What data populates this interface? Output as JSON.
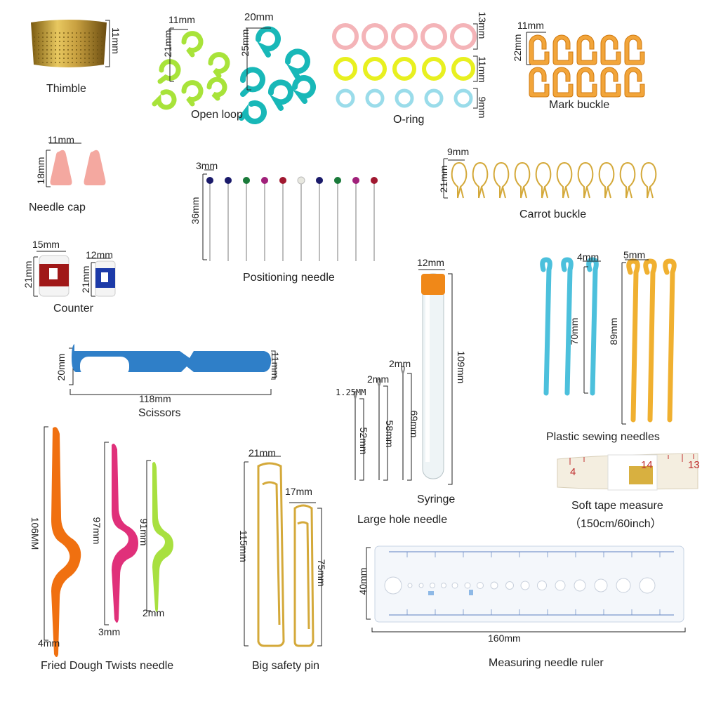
{
  "items": {
    "thimble": {
      "label": "Thimble",
      "dims": [
        "11mm"
      ]
    },
    "open_loop": {
      "label": "Open loop",
      "dims": [
        "11mm",
        "21mm",
        "20mm",
        "25mm"
      ]
    },
    "o_ring": {
      "label": "O-ring",
      "dims": [
        "13mm",
        "11mm",
        "9mm"
      ]
    },
    "mark_buckle": {
      "label": "Mark buckle",
      "dims": [
        "11mm",
        "22mm"
      ]
    },
    "needle_cap": {
      "label": "Needle cap",
      "dims": [
        "11mm",
        "18mm"
      ]
    },
    "positioning_needle": {
      "label": "Positioning needle",
      "dims": [
        "3mm",
        "36mm"
      ]
    },
    "carrot_buckle": {
      "label": "Carrot buckle",
      "dims": [
        "9mm",
        "21mm"
      ]
    },
    "counter": {
      "label": "Counter",
      "dims": [
        "15mm",
        "21mm",
        "12mm",
        "21mm"
      ]
    },
    "syringe": {
      "label": "Syringe",
      "dims": [
        "12mm",
        "109mm"
      ]
    },
    "plastic_sewing_needles": {
      "label": "Plastic sewing needles",
      "dims": [
        "4mm",
        "70mm",
        "5mm",
        "89mm"
      ]
    },
    "scissors": {
      "label": "Scissors",
      "dims": [
        "20mm",
        "11mm",
        "118mm"
      ]
    },
    "large_hole_needle": {
      "label": "Large hole needle",
      "dims": [
        "1.25MM",
        "52mm",
        "2mm",
        "58mm",
        "2mm",
        "69mm"
      ]
    },
    "soft_tape_measure": {
      "label": "Soft tape measure",
      "sub": "（150cm/60inch）",
      "tape_marks": [
        "14",
        "13",
        "4"
      ]
    },
    "fried_dough_twists_needle": {
      "label": "Fried Dough Twists needle",
      "dims": [
        "106MM",
        "4mm",
        "97mm",
        "3mm",
        "91mm",
        "2mm"
      ]
    },
    "big_safety_pin": {
      "label": "Big safety pin",
      "dims": [
        "21mm",
        "115mm",
        "17mm",
        "75mm"
      ]
    },
    "measuring_needle_ruler": {
      "label": "Measuring needle ruler",
      "dims": [
        "40mm",
        "160mm"
      ]
    }
  },
  "colors": {
    "gold": "#d4a93a",
    "lime": "#a8e33a",
    "teal": "#18b8b8",
    "pink": "#f4b4b8",
    "yellow": "#e8f020",
    "lightblue": "#9adcea",
    "orange": "#f2a53a",
    "cap_pink": "#f4a8a0",
    "blue": "#2f7fc8",
    "red_counter": "#a01818",
    "blue_counter": "#1c3aa8",
    "needle_blue": "#4cc0dc",
    "needle_yellow": "#f0b030",
    "twist_orange": "#f07010",
    "twist_magenta": "#e0307a",
    "twist_lime": "#a8e040",
    "syringe_orange": "#f08818"
  }
}
